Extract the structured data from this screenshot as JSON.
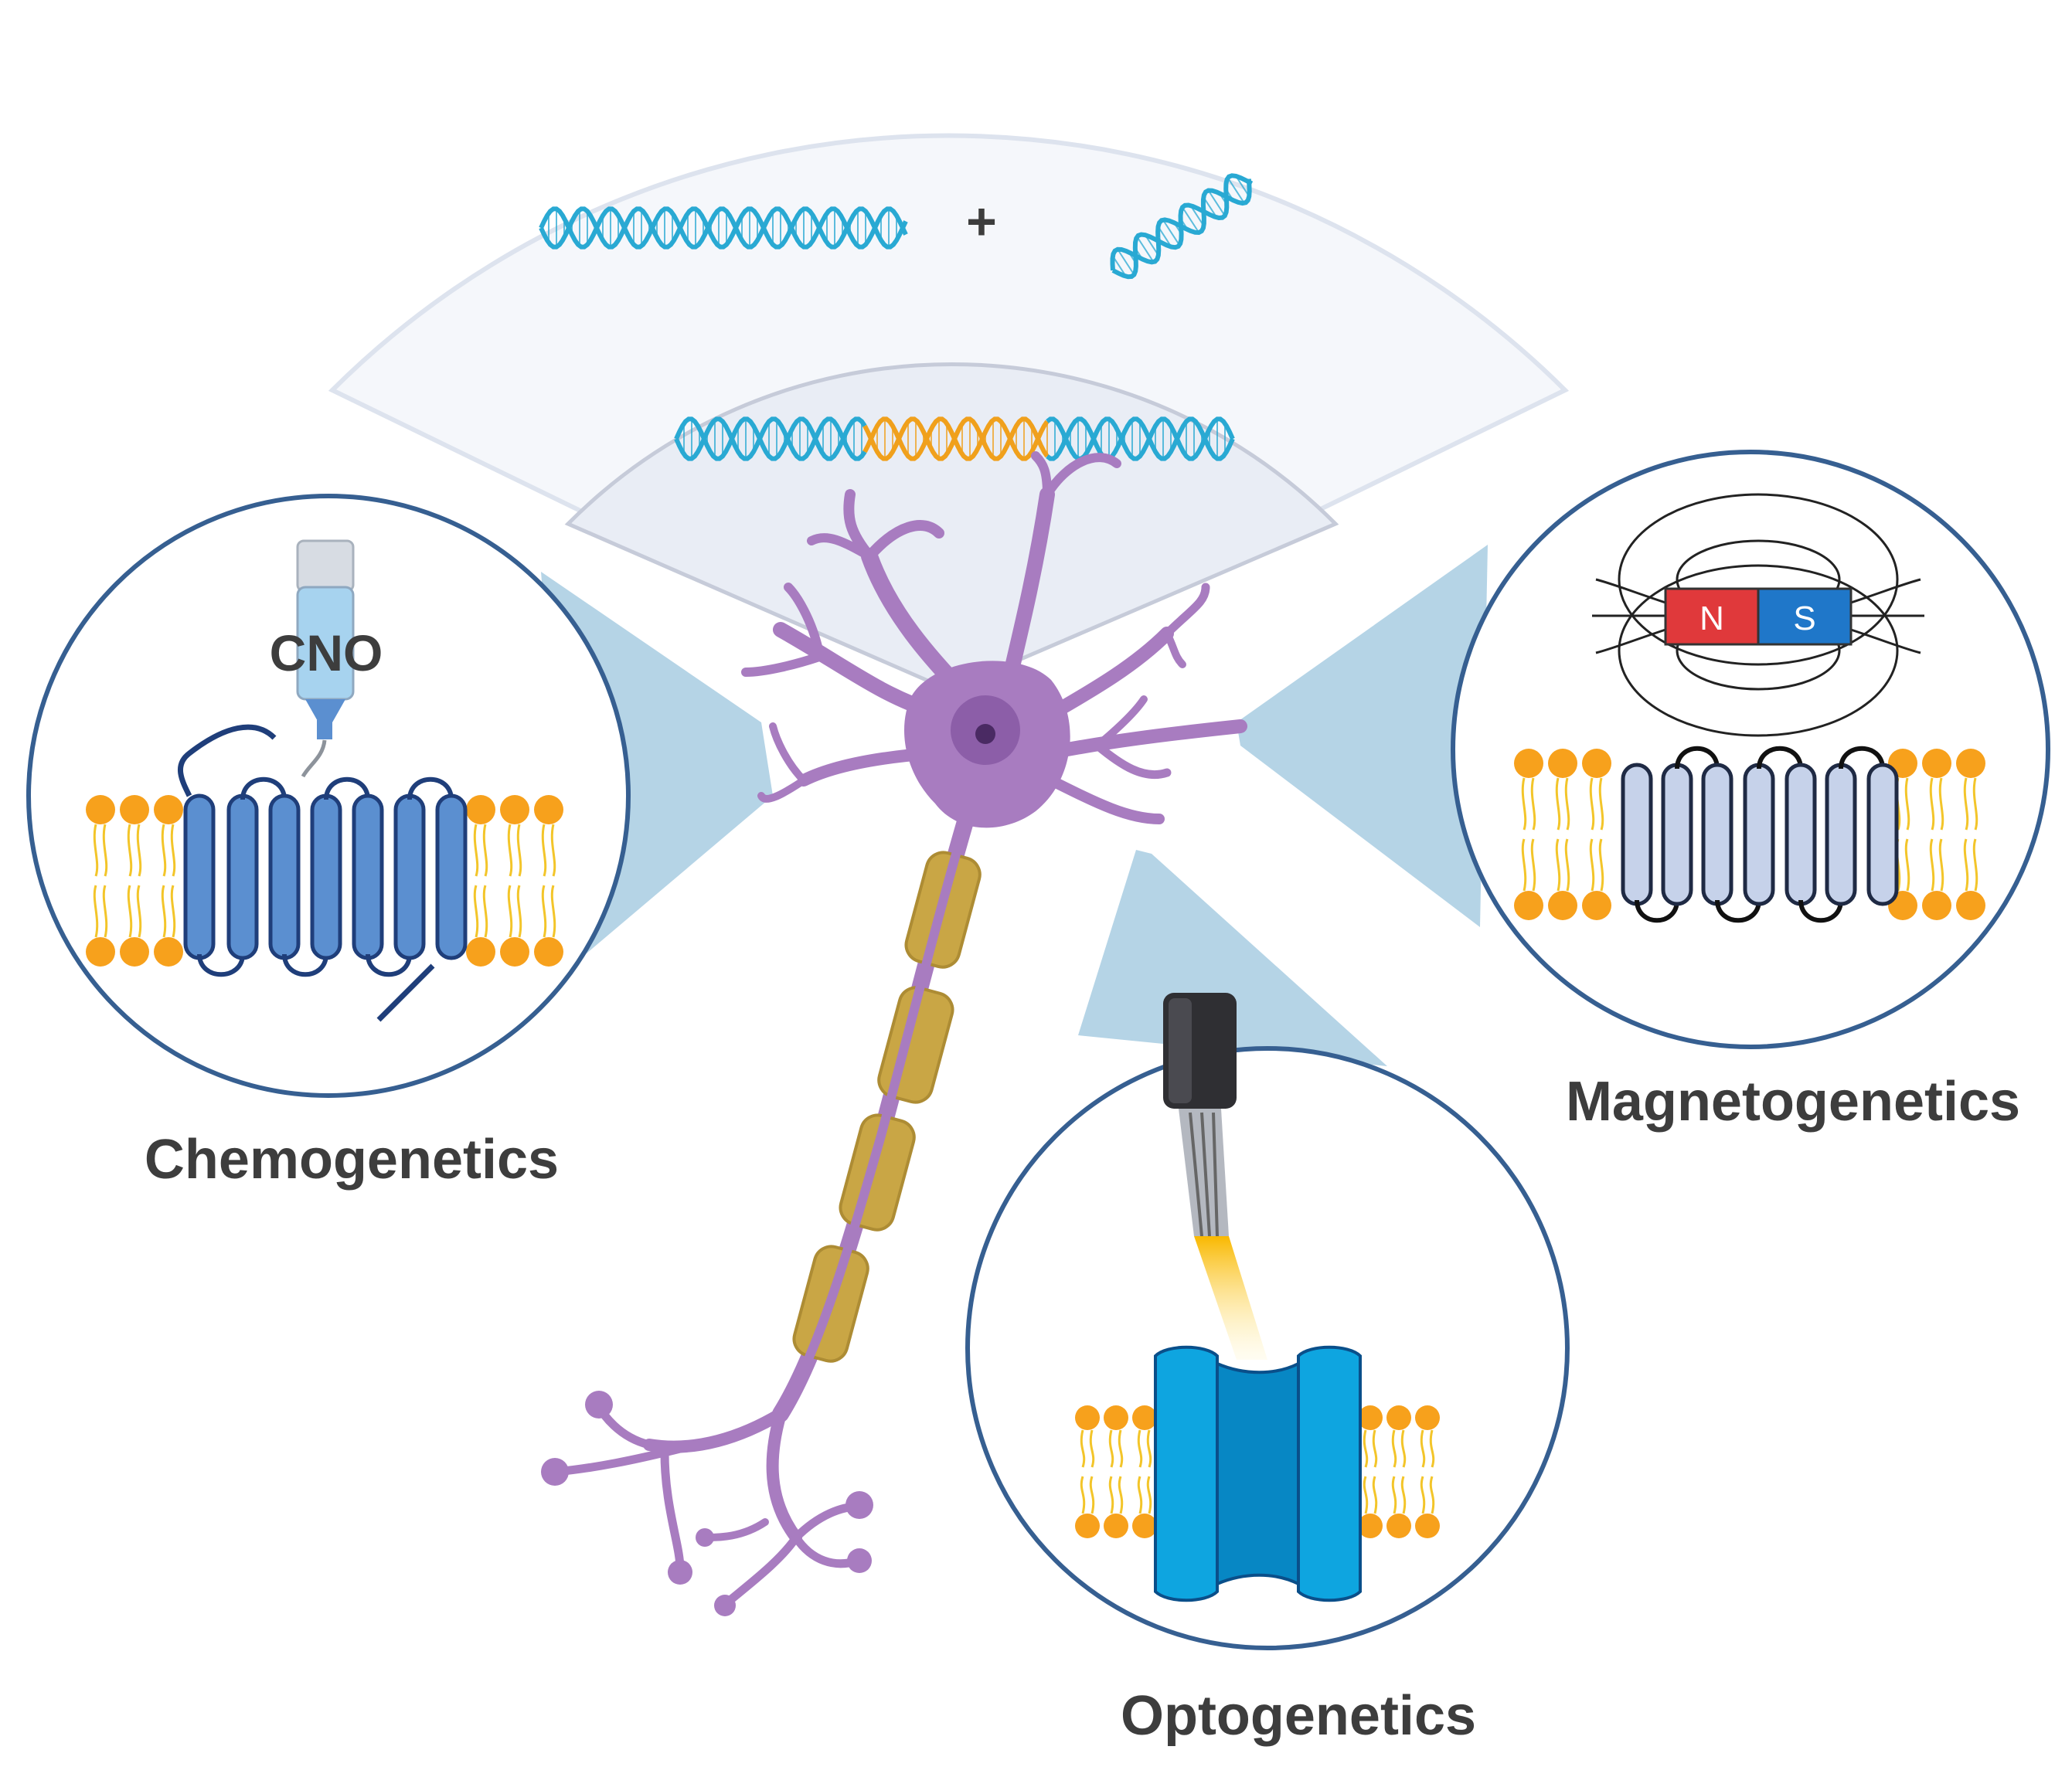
{
  "labels": {
    "chemogenetics": "Chemogenetics",
    "magnetogenetics": "Magnetogenetics",
    "optogenetics": "Optogenetics",
    "cno": "CNO",
    "plus": "+",
    "north": "N",
    "south": "S"
  },
  "colors": {
    "dna_blue": "#29a9d3",
    "dna_orange": "#f0a01c",
    "neuron": "#a87cc0",
    "nucleus": "#7a4f96",
    "myelin": "#c9a645",
    "receptor_dark": "#5b8fd0",
    "receptor_light": "#c6d2ea",
    "channel": "#0ea5e0",
    "lipid_head": "#f7a11c",
    "lipid_tail": "#f3c52a",
    "circle_stroke": "#365f91",
    "beam": "#b5d4e6",
    "magnet_n": "#e0393b",
    "magnet_s": "#1f77c9",
    "label_text": "#3d3d3d"
  }
}
